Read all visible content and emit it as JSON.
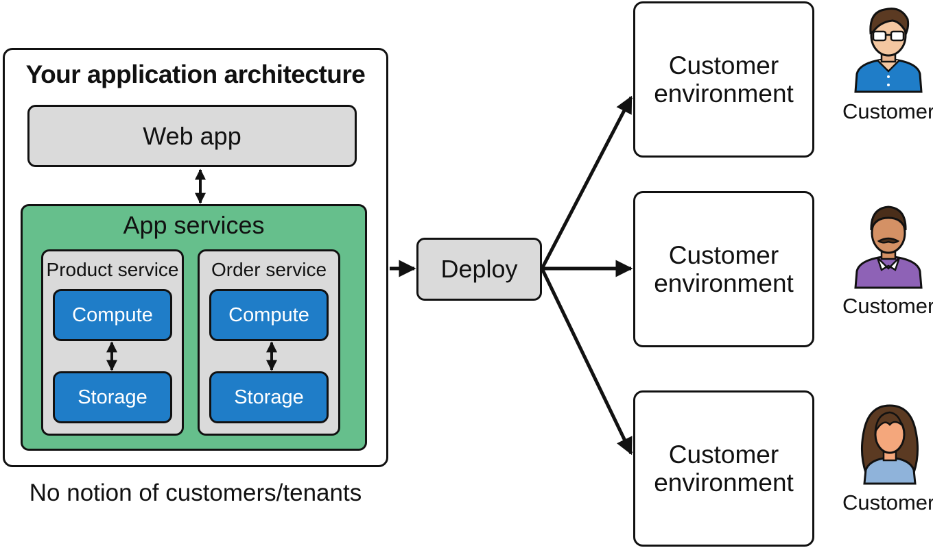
{
  "architecture": {
    "title": "Your application architecture",
    "web_app": "Web app",
    "app_services": {
      "title": "App services",
      "services": [
        {
          "title": "Product service",
          "compute": "Compute",
          "storage": "Storage"
        },
        {
          "title": "Order service",
          "compute": "Compute",
          "storage": "Storage"
        }
      ]
    },
    "footnote": "No notion of customers/tenants"
  },
  "deploy": "Deploy",
  "environments": [
    {
      "label": "Customer environment",
      "customer": "Customer",
      "avatar": "man-with-glasses-icon"
    },
    {
      "label": "Customer environment",
      "customer": "Customer",
      "avatar": "man-with-mustache-icon"
    },
    {
      "label": "Customer environment",
      "customer": "Customer",
      "avatar": "woman-icon"
    }
  ],
  "colors": {
    "app_services_green": "#66bf8c",
    "gray_box": "#dadada",
    "blue_box": "#1f7dc8",
    "border": "#111111"
  }
}
